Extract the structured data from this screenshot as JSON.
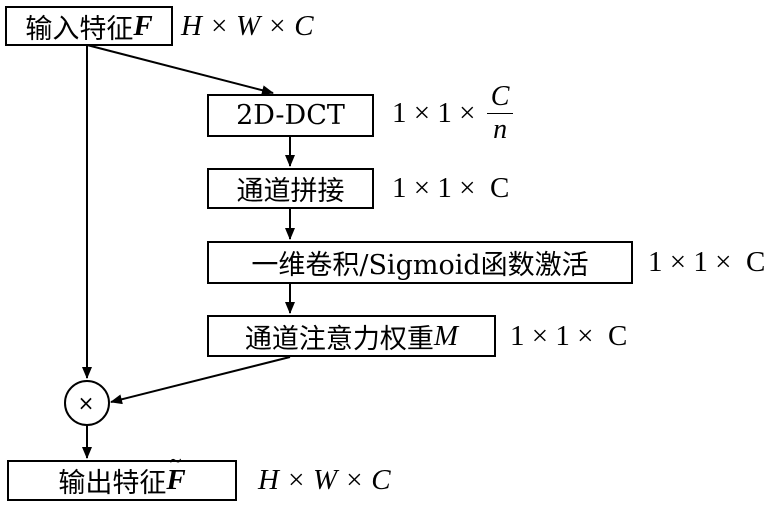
{
  "nodes": {
    "input": {
      "text": "输入特征",
      "symbol": "F",
      "dims": "H × W × C"
    },
    "dct": {
      "text": "2D-DCT",
      "dims_prefix": "1 × 1 × ",
      "frac_num": "C",
      "frac_den": "n"
    },
    "concat": {
      "text": "通道拼接",
      "dims": "1 × 1 ×  C"
    },
    "conv": {
      "text": "一维卷积/Sigmoid函数激活",
      "dims": "1 × 1 ×  C"
    },
    "weight": {
      "text": "通道注意力权重",
      "symbol": "M",
      "dims": "1 × 1 ×  C"
    },
    "multiply": {
      "symbol": "×"
    },
    "output": {
      "text": "输出特征",
      "symbol": "F",
      "tilde": "~",
      "dims": "H × W × C"
    }
  }
}
